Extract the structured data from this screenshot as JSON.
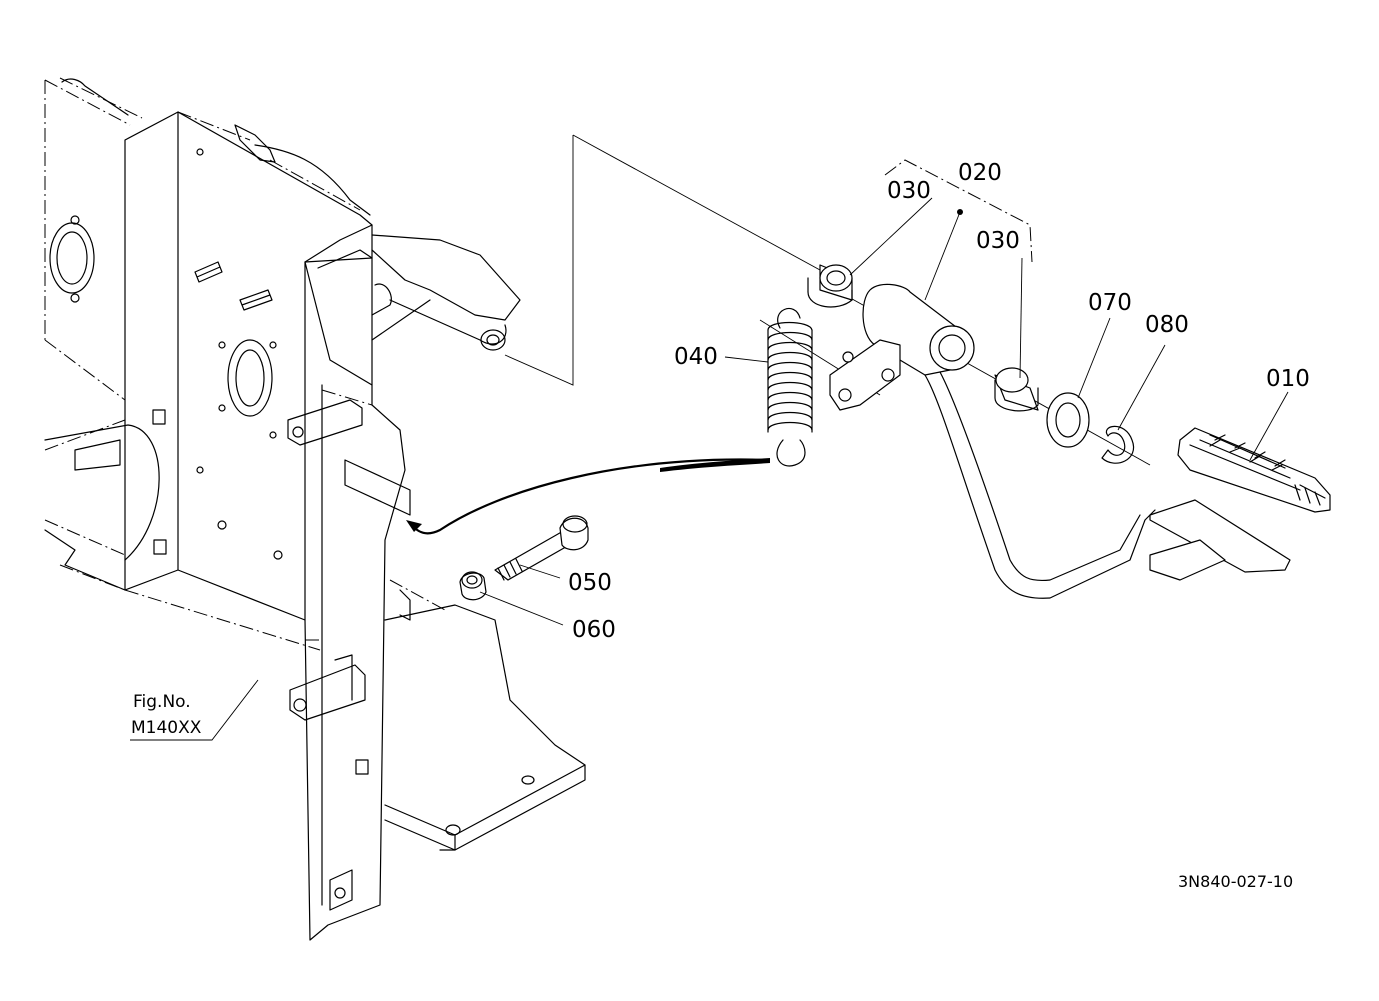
{
  "diagram": {
    "drawing_number": "3N840-027-10",
    "figure_reference": {
      "line1": "Fig.No.",
      "line2": "M140XX"
    },
    "callouts": [
      {
        "id": "010",
        "part": "pedal-pad"
      },
      {
        "id": "020",
        "part": "pedal-arm-assembly"
      },
      {
        "id": "030",
        "part": "bushing"
      },
      {
        "id": "030",
        "part": "bushing"
      },
      {
        "id": "040",
        "part": "return-spring"
      },
      {
        "id": "050",
        "part": "bolt"
      },
      {
        "id": "060",
        "part": "nut"
      },
      {
        "id": "070",
        "part": "washer"
      },
      {
        "id": "080",
        "part": "snap-ring"
      }
    ]
  }
}
